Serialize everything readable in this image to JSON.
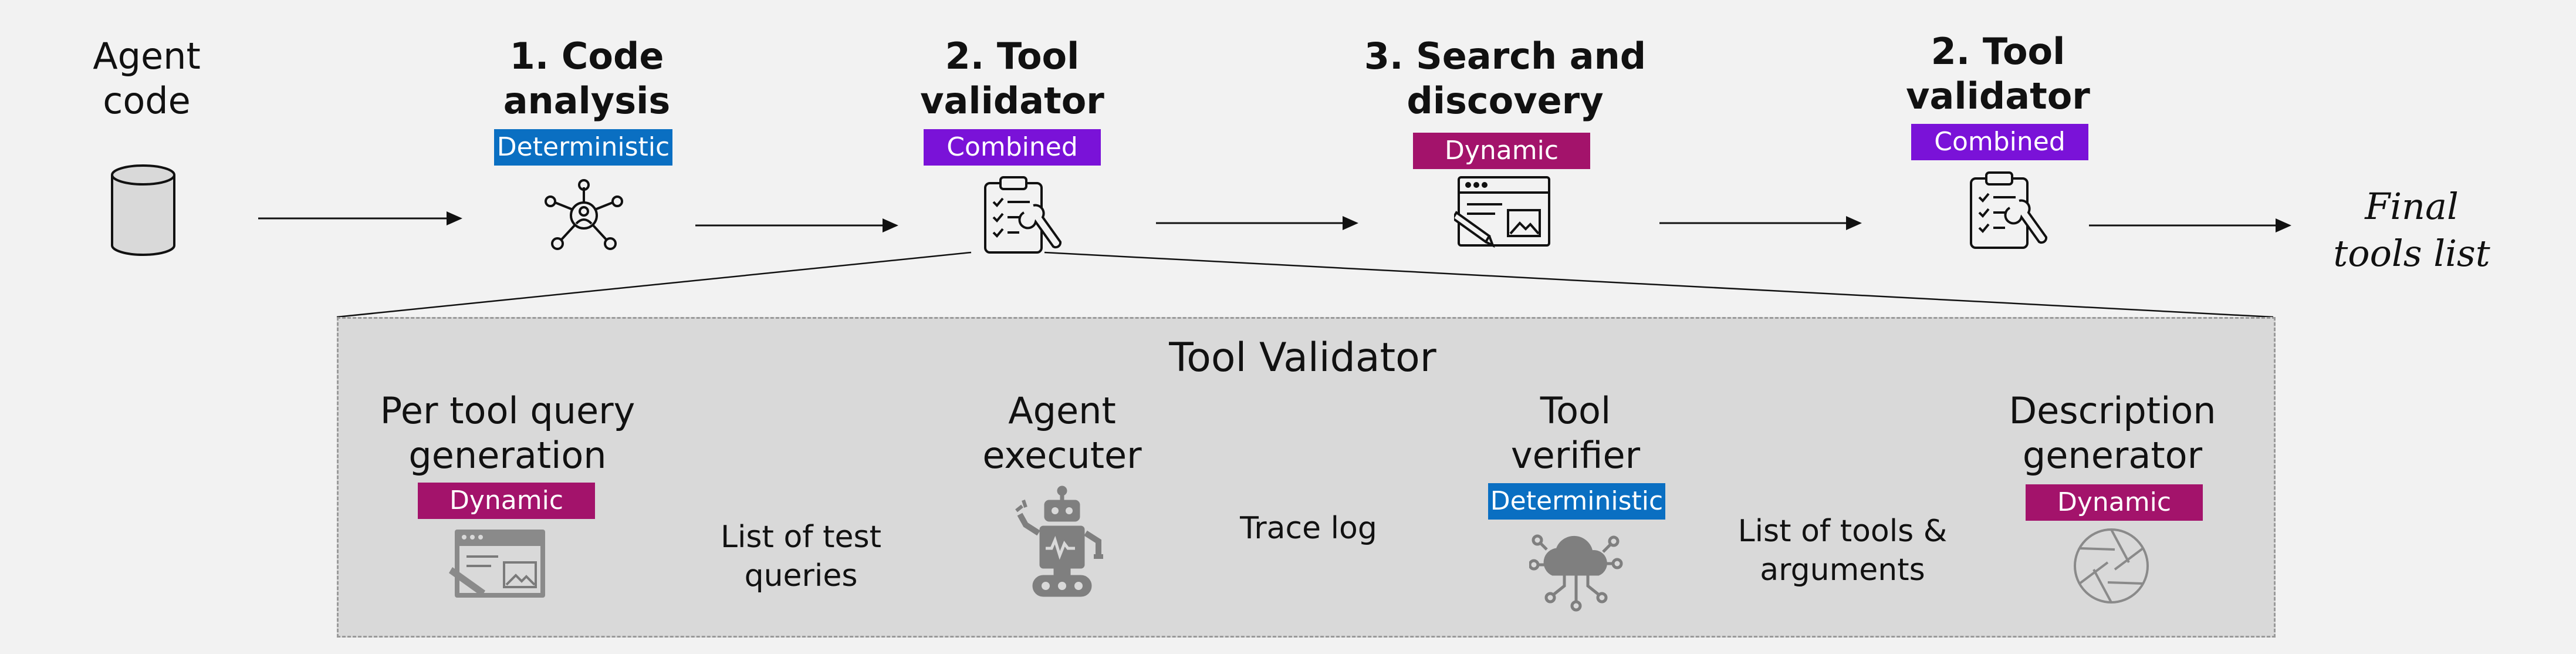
{
  "colors": {
    "deterministic": "#0a6fc2",
    "combined": "#7a12d8",
    "dynamic": "#a3136b",
    "panel": "#d9d9d9",
    "background": "#f2f2f2"
  },
  "top_flow": {
    "agent_code": "Agent\ncode",
    "stages": [
      {
        "title": "1. Code\nanalysis",
        "badge": "Deterministic",
        "icon": "network-user-icon"
      },
      {
        "title": "2. Tool\nvalidator",
        "badge": "Combined",
        "icon": "clipboard-checklist-wrench-icon"
      },
      {
        "title": "3. Search and\ndiscovery",
        "badge": "Dynamic",
        "icon": "browser-edit-icon"
      },
      {
        "title": "2. Tool\nvalidator",
        "badge": "Combined",
        "icon": "clipboard-checklist-wrench-icon"
      }
    ],
    "final": "Final\ntools list"
  },
  "validator": {
    "title": "Tool Validator",
    "steps": [
      {
        "title": "Per tool query\ngeneration",
        "badge": "Dynamic",
        "icon": "browser-edit-icon"
      },
      {
        "title": "Agent\nexecuter",
        "badge": "",
        "icon": "robot-icon"
      },
      {
        "title": "Tool\nverifier",
        "badge": "Deterministic",
        "icon": "cloud-network-icon"
      },
      {
        "title": "Description\ngenerator",
        "badge": "Dynamic",
        "icon": "aperture-icon"
      }
    ],
    "edge_labels": [
      "List of test\nqueries",
      "Trace log",
      "List of tools &\narguments"
    ]
  }
}
